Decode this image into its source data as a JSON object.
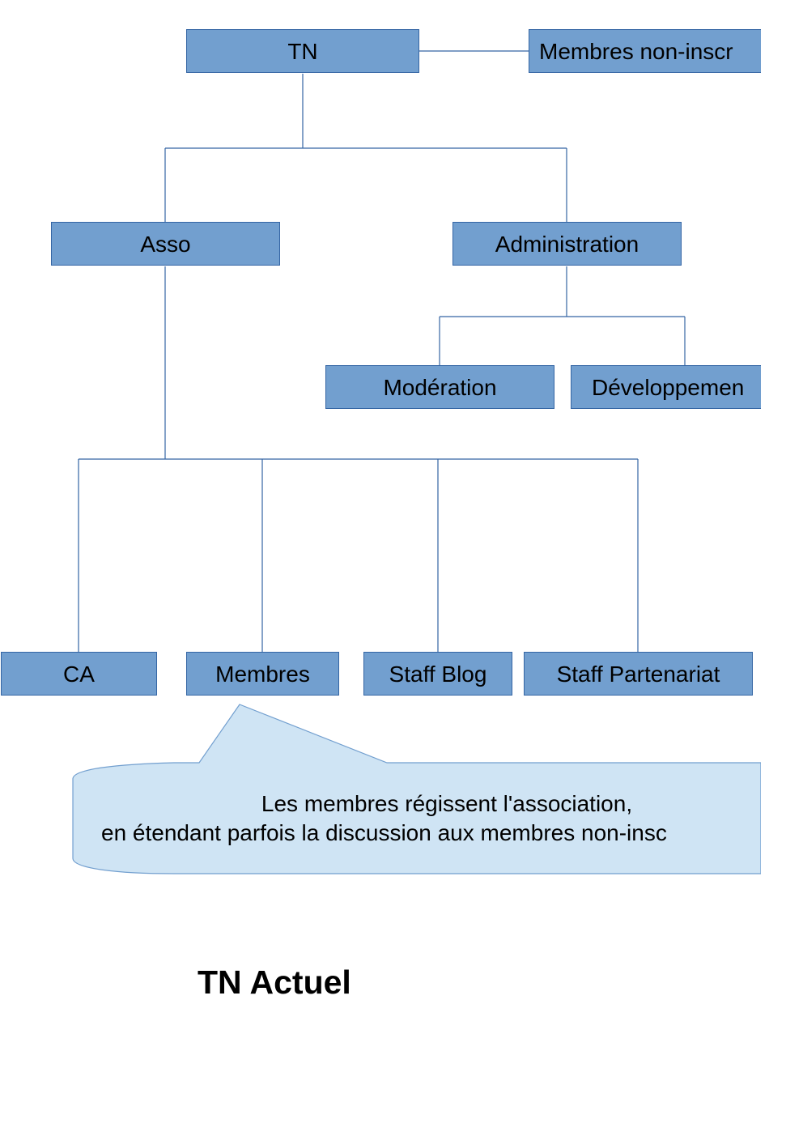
{
  "colors": {
    "node_fill": "#729fcf",
    "node_border": "#3465a4",
    "connector": "#3465a4",
    "callout_fill": "#cfe4f4",
    "callout_border": "#729fcf"
  },
  "nodes": {
    "tn": "TN",
    "membres_non_inscrits": "Membres non-inscr",
    "asso": "Asso",
    "administration": "Administration",
    "moderation": "Modération",
    "developpement": "Développemen",
    "ca": "CA",
    "membres": "Membres",
    "staff_blog": "Staff Blog",
    "staff_partenariat": "Staff Partenariat"
  },
  "callout": {
    "line1": "Les membres régissent l'association,",
    "line2": "en étendant parfois la discussion aux membres non-insc"
  },
  "title": "TN Actuel"
}
